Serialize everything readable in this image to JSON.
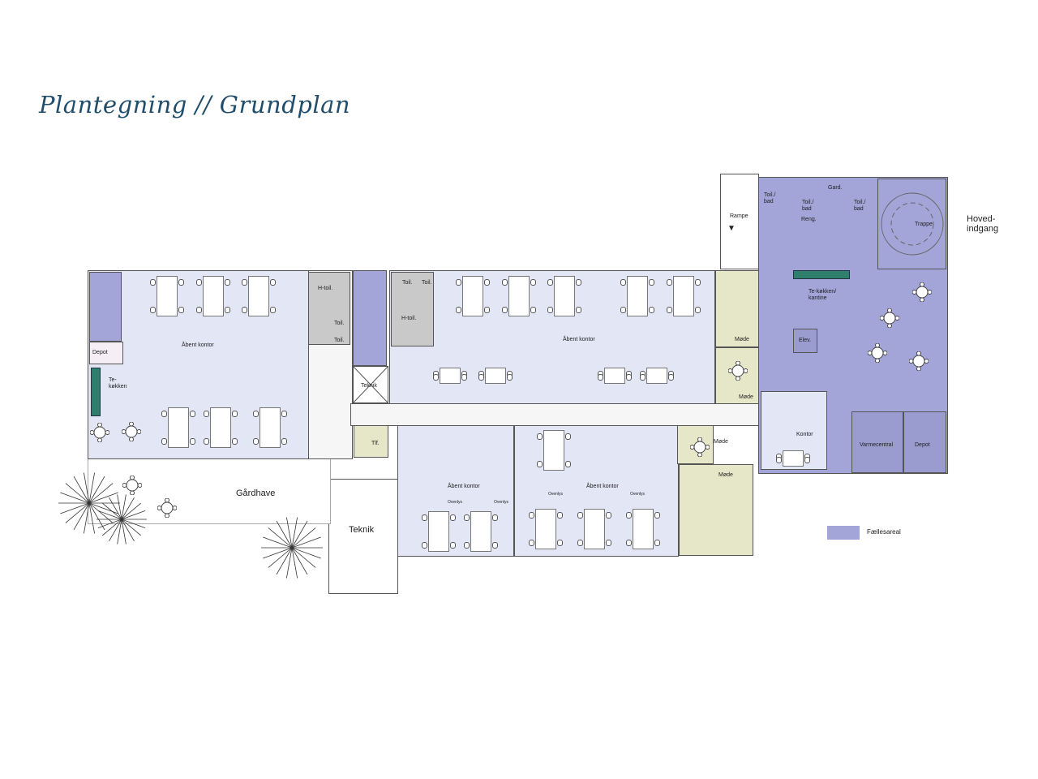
{
  "title": "Plantegning // Grundplan",
  "labels": {
    "aabent_kontor": "Åbent kontor",
    "depot": "Depot",
    "te_koekken": "Te-\nkøkken",
    "h_toil": "H-toil.",
    "toil": "Toil.",
    "teknik": "Teknik",
    "tlf": "Tlf.",
    "moede": "Møde",
    "ovenlys": "Ovenlys",
    "kontor": "Kontor",
    "varmecentral": "Varmecentral",
    "elev": "Elev.",
    "te_koekken_kantine": "Te-køkken/\nkantine",
    "toil_bad": "Toil./\nbad",
    "gard": "Gard.",
    "reng": "Reng.",
    "trappe": "Trappe",
    "rampe": "Rampe",
    "hovedindgang": "Hoved-\nindgang",
    "gaardhave": "Gårdhave"
  },
  "legend": {
    "label": "Fællesareal",
    "color": "#a3a5d8"
  }
}
